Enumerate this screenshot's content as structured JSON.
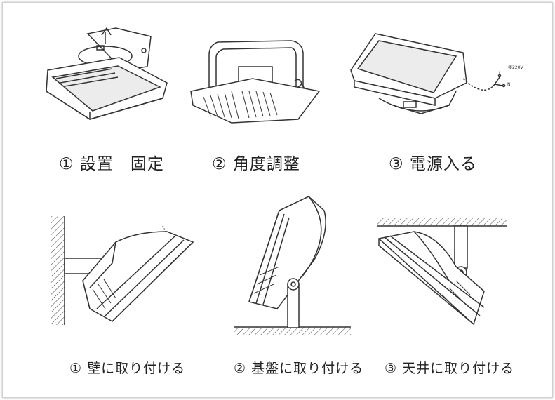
{
  "steps": [
    {
      "label": "① 設置　固定"
    },
    {
      "label": "② 角度調整"
    },
    {
      "label": "③ 電源入る"
    }
  ],
  "mounts": [
    {
      "label": "① 壁に取り付ける"
    },
    {
      "label": "② 基盤に取り付ける"
    },
    {
      "label": "③ 天井に取り付ける"
    }
  ],
  "wire_labels": {
    "voltage": "接220V",
    "l": "L",
    "n": "N"
  }
}
